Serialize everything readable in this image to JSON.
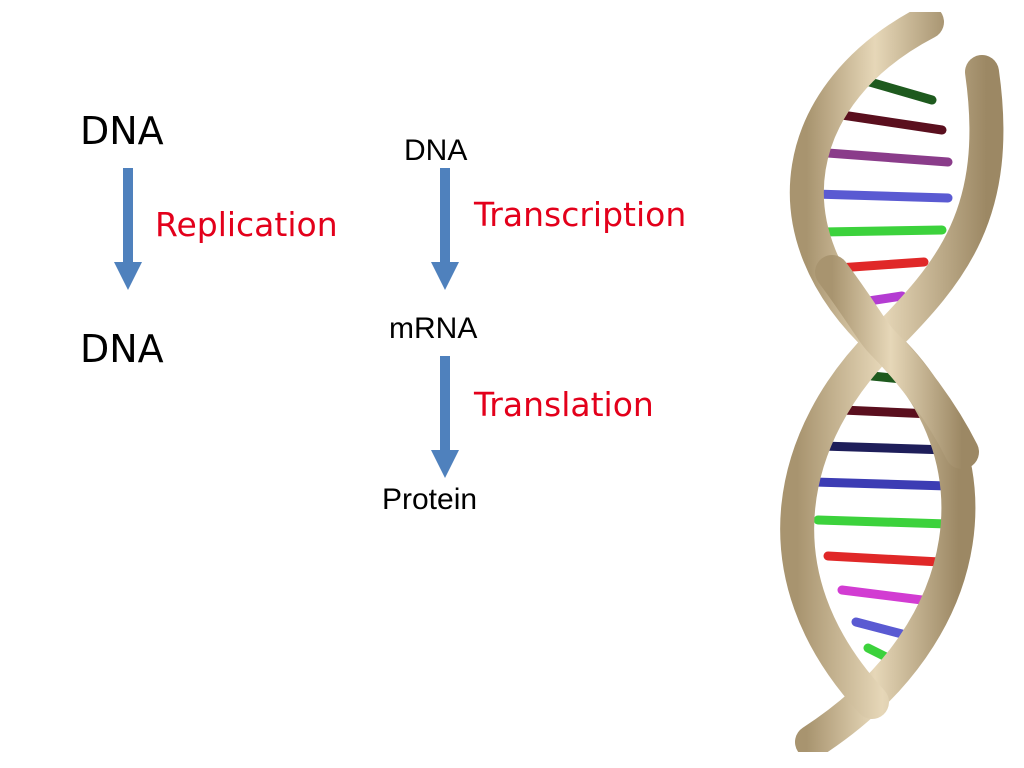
{
  "replication": {
    "source": "DNA",
    "process": "Replication",
    "product": "DNA"
  },
  "central_dogma": {
    "step1_source": "DNA",
    "step1_process": "Transcription",
    "step1_product": "mRNA",
    "step2_process": "Translation",
    "step2_product": "Protein"
  },
  "colors": {
    "arrow": "#4f81bd",
    "process_label": "#e3001b",
    "text": "#000000",
    "helix_backbone": "#d9c8a6",
    "helix_backbone_shade": "#a8946f"
  },
  "icons": {
    "helix": "dna-double-helix-icon"
  }
}
